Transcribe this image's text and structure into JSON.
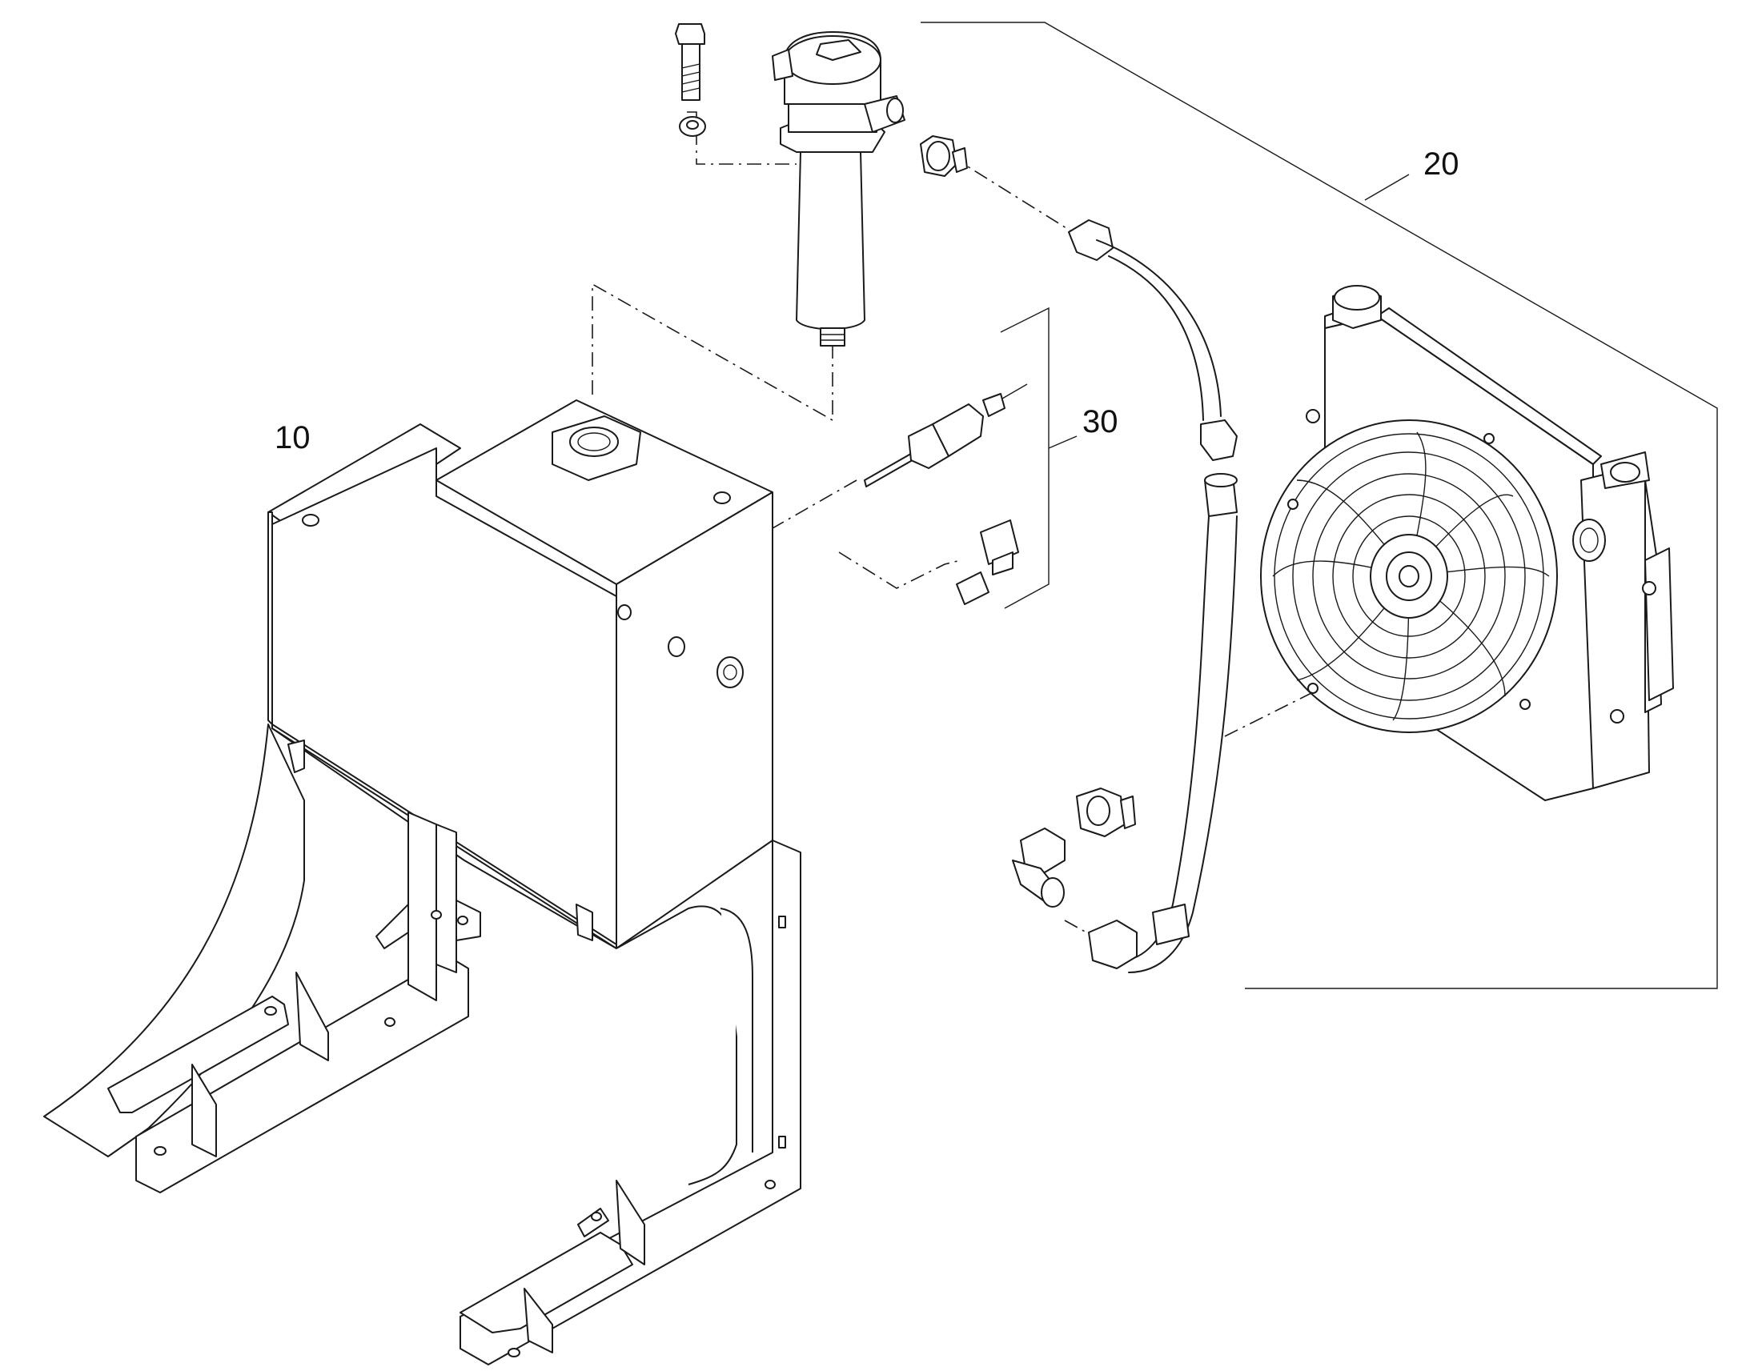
{
  "labels": {
    "item_10": "10",
    "item_20": "20",
    "item_30": "30"
  },
  "colors": {
    "line": "#1a1a1a",
    "background": "#ffffff"
  }
}
